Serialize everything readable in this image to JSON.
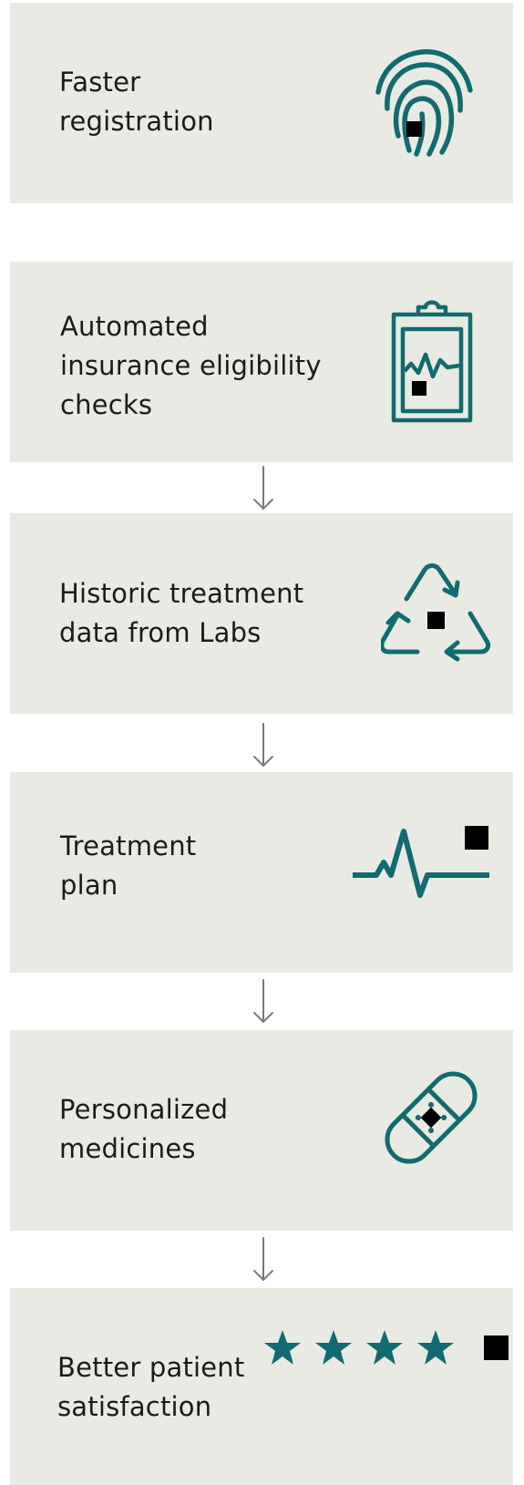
{
  "colors": {
    "card_background": "#e9eae3",
    "icon_teal": "#116b70",
    "accent_square": "#000000",
    "arrow": "#7a7a7a",
    "text": "#1b1b1b"
  },
  "steps": [
    {
      "label": "Faster registration",
      "lines": [
        "Faster",
        "registration"
      ],
      "icon": "fingerprint-icon"
    },
    {
      "label": "Automated insurance eligibility checks",
      "lines": [
        "Automated",
        "insurance eligibility",
        "checks"
      ],
      "icon": "clipboard-chart-icon"
    },
    {
      "label": "Historic treatment data from Labs",
      "lines": [
        "Historic treatment",
        "data from Labs"
      ],
      "icon": "recycle-icon"
    },
    {
      "label": "Treatment plan",
      "lines": [
        "Treatment",
        "plan"
      ],
      "icon": "heartbeat-icon"
    },
    {
      "label": "Personalized medicines",
      "lines": [
        "Personalized",
        "medicines"
      ],
      "icon": "bandage-icon"
    },
    {
      "label": "Better patient satisfaction",
      "lines": [
        "Better patient",
        "satisfaction"
      ],
      "icon": "star-rating-icon",
      "rating": 4
    }
  ],
  "connectors": [
    "down-arrow-icon",
    "down-arrow-icon",
    "down-arrow-icon",
    "down-arrow-icon"
  ]
}
